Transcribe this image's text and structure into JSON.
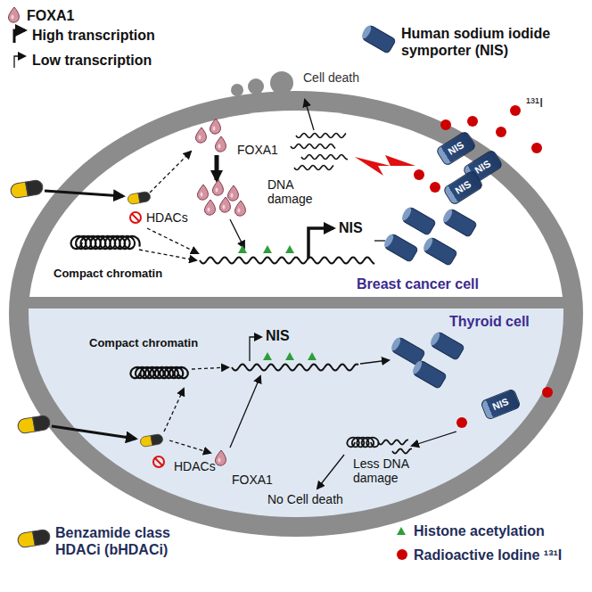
{
  "diagram": {
    "nodes": [
      {
        "text": [
          "Breast cancer cell"
        ]
      },
      {
        "text": [
          "NIS"
        ]
      },
      {
        "text": [
          "NIS"
        ]
      },
      {
        "text": [
          "NIS"
        ]
      },
      {
        "text": [
          "Thyroid cell"
        ]
      },
      {
        "text": [
          "NIS"
        ],
        "in": 4
      }
    ],
    "labels": [
      "Cell death",
      "¹³¹I",
      "FOXA1",
      "DNA damage",
      "HDACs",
      "NIS",
      "Compact chromatin",
      "Compact chromatin",
      "NIS",
      "HDACs",
      "FOXA1",
      "Less DNA damage",
      "No Cell death"
    ],
    "legend": [
      {
        "text": "FOXA1"
      },
      {
        "text": "High transcription"
      },
      {
        "text": "Low transcription"
      },
      {
        "text": "Human sodium iodide symporter (NIS)"
      },
      {
        "text": "Benzamide class HDACi (bHDACi)"
      },
      {
        "text": "Histone acetylation"
      },
      {
        "text": "Radioactive Iodine ¹³¹I"
      }
    ]
  }
}
